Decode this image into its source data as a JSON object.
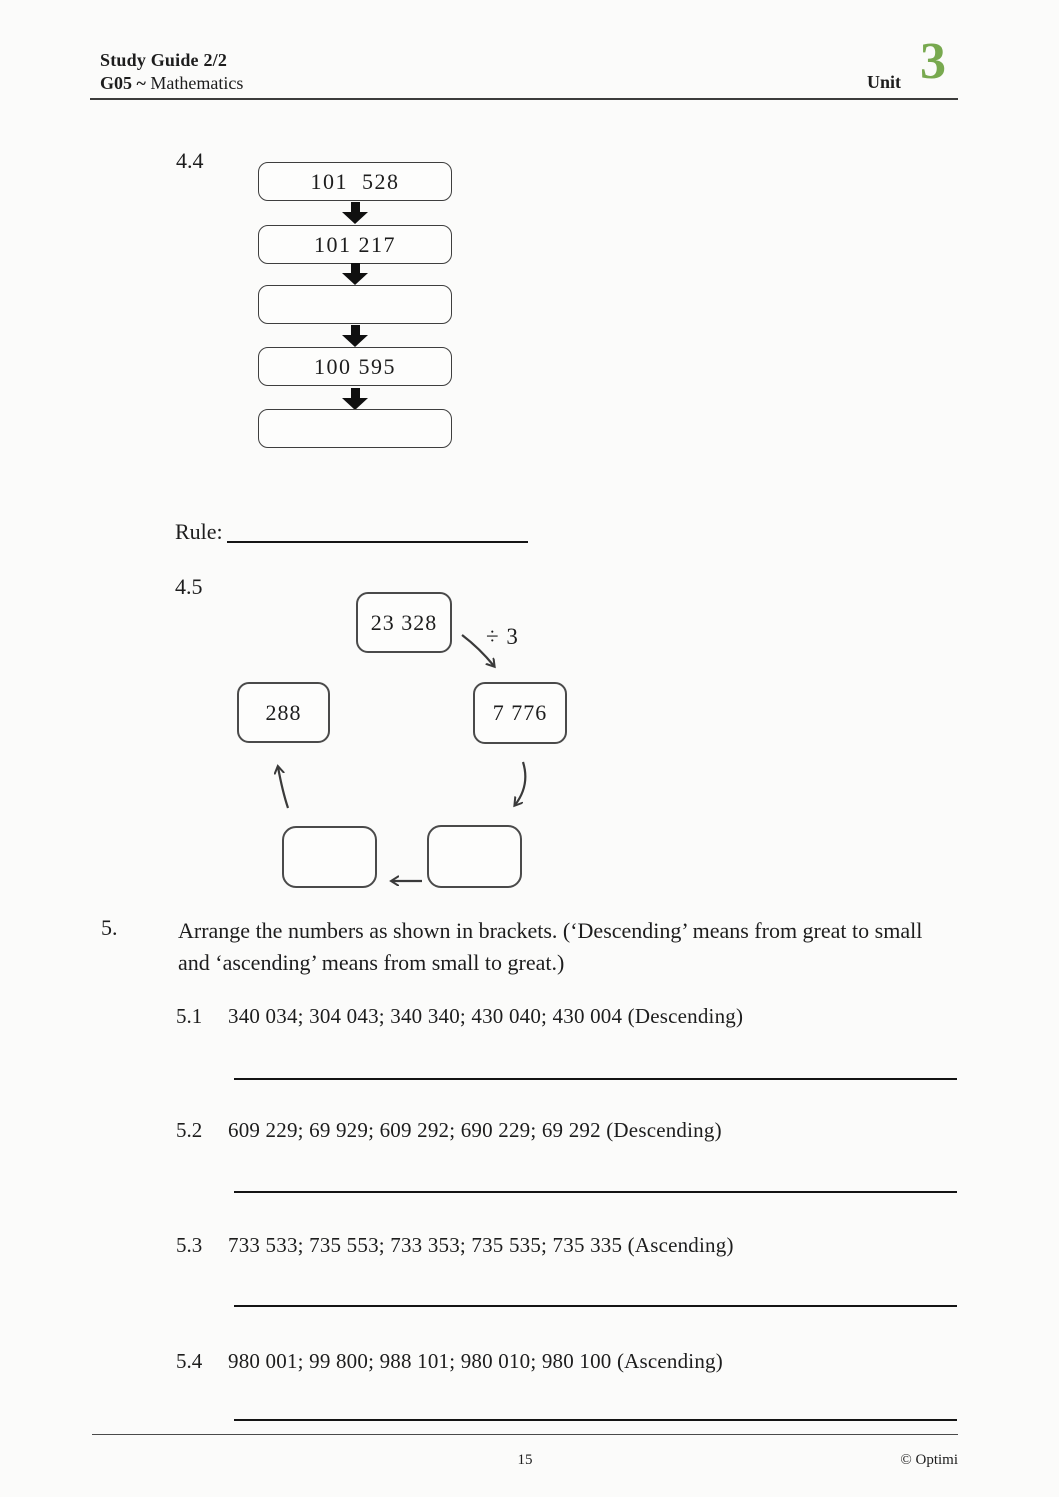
{
  "header": {
    "title_line1": "Study Guide 2/2",
    "title_line2_bold": "G05 ~",
    "title_line2_rest": " Mathematics",
    "unit_label": "Unit",
    "unit_number": "3",
    "accent_green": "#78a94f"
  },
  "q44": {
    "number": "4.4",
    "boxes": [
      "101  528",
      "101 217",
      "",
      "100 595",
      ""
    ],
    "rule_label": "Rule:"
  },
  "q45": {
    "number": "4.5",
    "top_box": "23 328",
    "divide_label": "÷ 3",
    "left_box": "288",
    "right_box": "7 776",
    "bottom_left_box": "",
    "bottom_right_box": ""
  },
  "q5": {
    "number": "5.",
    "text_lines": [
      "Arrange the numbers as shown in brackets. (‘Descending’ means from great to small",
      "and ‘ascending’ means from small to great.)"
    ],
    "items": [
      {
        "label": "5.1",
        "text": "340 034; 304 043; 340 340; 430 040; 430 004 (Descending)"
      },
      {
        "label": "5.2",
        "text": "609 229; 69 929; 609 292; 690 229; 69 292 (Descending)"
      },
      {
        "label": "5.3",
        "text": "733 533; 735 553; 733 353; 735 535; 735 335 (Ascending)"
      },
      {
        "label": "5.4",
        "text": "980 001; 99 800; 988 101; 980 010; 980 100 (Ascending)"
      }
    ]
  },
  "footer": {
    "page_number": "15",
    "copyright": "© Optimi"
  }
}
